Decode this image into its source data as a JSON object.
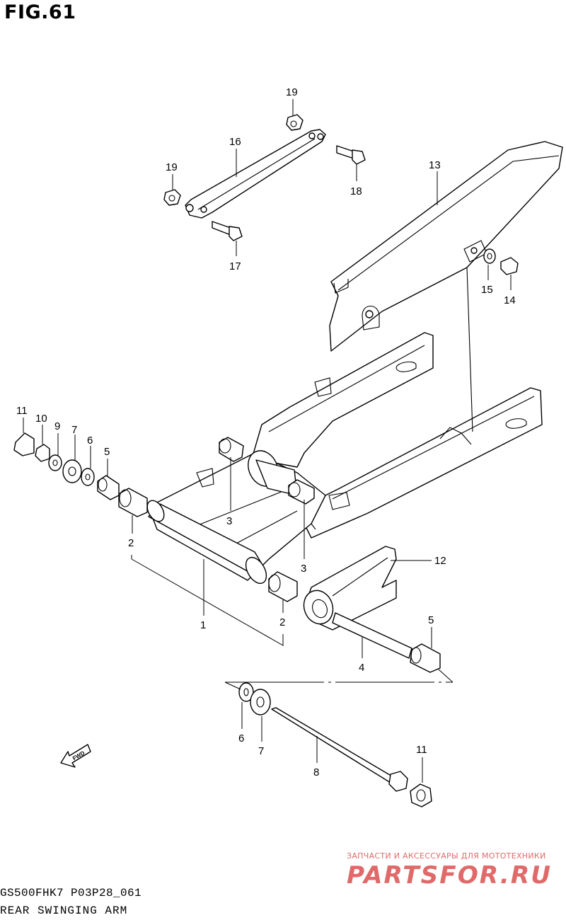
{
  "figure": {
    "title": "FIG.61"
  },
  "footer": {
    "model_code": "GS500FHK7",
    "region": "P03",
    "page_ref": "P28_061",
    "section_title": "REAR SWINGING ARM"
  },
  "watermark": {
    "caption": "ЗАПЧАСТИ И АКСЕССУАРЫ ДЛЯ МОТОТЕХНИКИ",
    "logo_text": "PARTSFOR.RU",
    "color": "#e06a6a"
  },
  "direction_badge": {
    "label": "FWD",
    "icon": "fwd-arrow-icon"
  },
  "callouts": [
    {
      "label": "19"
    },
    {
      "label": "16"
    },
    {
      "label": "19"
    },
    {
      "label": "18"
    },
    {
      "label": "17"
    },
    {
      "label": "13"
    },
    {
      "label": "15"
    },
    {
      "label": "14"
    },
    {
      "label": "11"
    },
    {
      "label": "10"
    },
    {
      "label": "9"
    },
    {
      "label": "7"
    },
    {
      "label": "6"
    },
    {
      "label": "5"
    },
    {
      "label": "3"
    },
    {
      "label": "2"
    },
    {
      "label": "3"
    },
    {
      "label": "12"
    },
    {
      "label": "1"
    },
    {
      "label": "2"
    },
    {
      "label": "5"
    },
    {
      "label": "4"
    },
    {
      "label": "6"
    },
    {
      "label": "7"
    },
    {
      "label": "8"
    },
    {
      "label": "11"
    }
  ]
}
